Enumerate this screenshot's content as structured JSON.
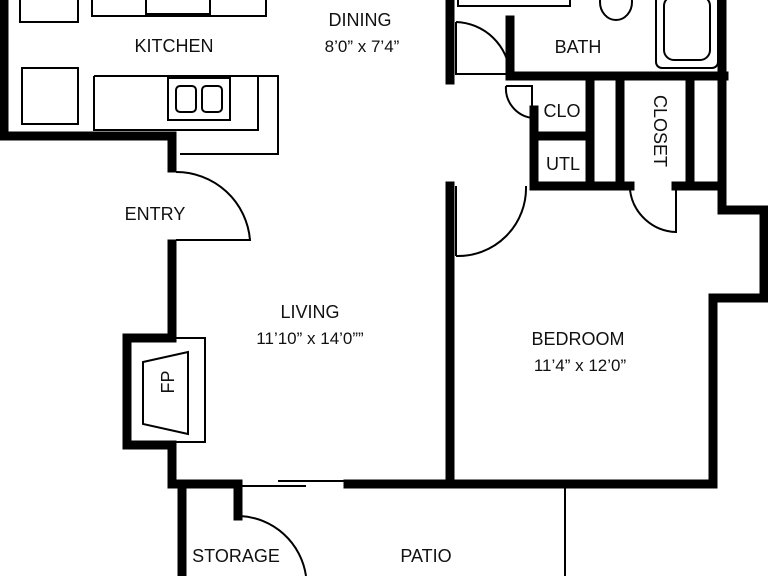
{
  "rooms": {
    "kitchen": {
      "name": "KITCHEN"
    },
    "dining": {
      "name": "DINING",
      "size": "8’0” x 7’4”"
    },
    "bath": {
      "name": "BATH"
    },
    "clo": {
      "name": "CLO"
    },
    "utl": {
      "name": "UTL"
    },
    "closet": {
      "name": "CLOSET"
    },
    "entry": {
      "name": "ENTRY"
    },
    "living": {
      "name": "LIVING",
      "size": "11’10” x 14’0””"
    },
    "bedroom": {
      "name": "BEDROOM",
      "size": "11’4” x 12’0”"
    },
    "fireplace": {
      "name": "FP"
    },
    "storage": {
      "name": "STORAGE"
    },
    "patio": {
      "name": "PATIO"
    }
  },
  "colors": {
    "wall": "#000000",
    "background": "#ffffff"
  }
}
